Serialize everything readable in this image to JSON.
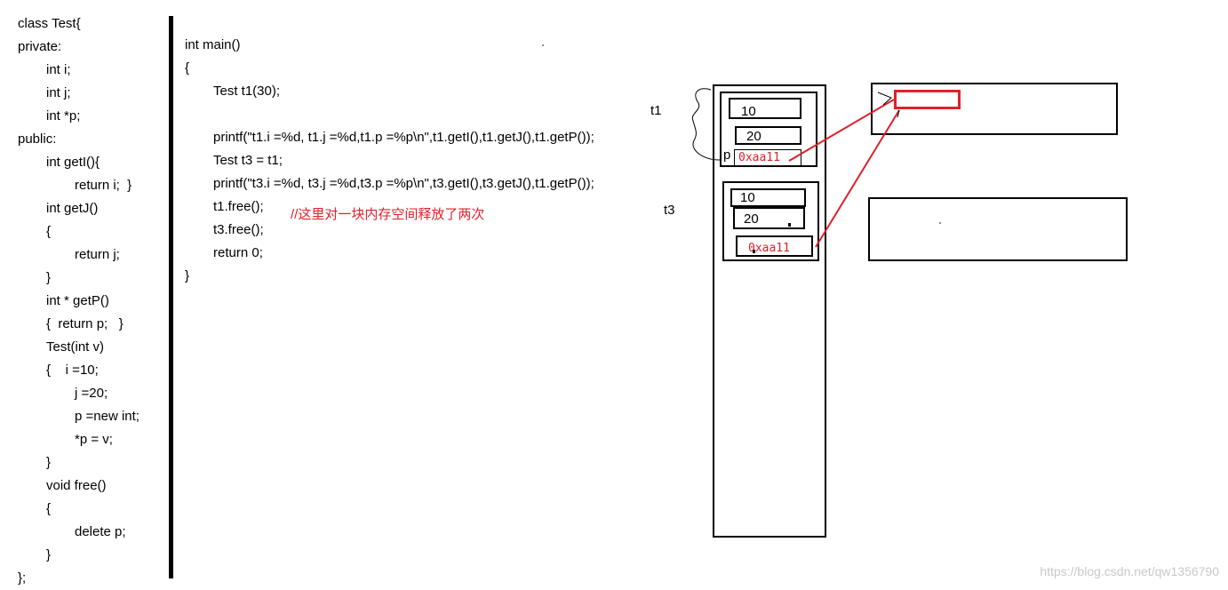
{
  "class_code": [
    {
      "text": "class Test{",
      "indent": 0
    },
    {
      "text": "private:",
      "indent": 0
    },
    {
      "text": "int i;",
      "indent": 1
    },
    {
      "text": "int j;",
      "indent": 1
    },
    {
      "text": "int *p;",
      "indent": 1
    },
    {
      "text": "public:",
      "indent": 0
    },
    {
      "text": "int getI(){",
      "indent": 1
    },
    {
      "text": "return i;  }",
      "indent": 2
    },
    {
      "text": "int getJ()",
      "indent": 1
    },
    {
      "text": "{",
      "indent": 1
    },
    {
      "text": "return j;",
      "indent": 2
    },
    {
      "text": "}",
      "indent": 1
    },
    {
      "text": "int * getP()",
      "indent": 1
    },
    {
      "text": "{  return p;   }",
      "indent": 1
    },
    {
      "text": "Test(int v)",
      "indent": 1
    },
    {
      "text": "{    i =10;",
      "indent": 1
    },
    {
      "text": "j =20;",
      "indent": 2
    },
    {
      "text": "p =new int;",
      "indent": 2
    },
    {
      "text": "*p = v;",
      "indent": 2
    },
    {
      "text": "}",
      "indent": 1
    },
    {
      "text": "void free()",
      "indent": 1
    },
    {
      "text": "{",
      "indent": 1
    },
    {
      "text": "delete p;",
      "indent": 2
    },
    {
      "text": "}",
      "indent": 1
    },
    {
      "text": "};",
      "indent": 0
    }
  ],
  "main_code": [
    {
      "text": "int main()",
      "indent": 0
    },
    {
      "text": "{",
      "indent": 0
    },
    {
      "text": "Test t1(30);",
      "indent": 1
    },
    {
      "text": "",
      "indent": 0
    },
    {
      "text": "printf(\"t1.i =%d, t1.j =%d,t1.p =%p\\n\",t1.getI(),t1.getJ(),t1.getP());",
      "indent": 1
    },
    {
      "text": "Test t3 = t1;",
      "indent": 1
    },
    {
      "text": "printf(\"t3.i =%d, t3.j =%d,t3.p =%p\\n\",t3.getI(),t3.getJ(),t1.getP());",
      "indent": 1
    },
    {
      "text": "t1.free();",
      "indent": 1
    },
    {
      "text": "t3.free();",
      "indent": 1
    },
    {
      "text": "return 0;",
      "indent": 1
    },
    {
      "text": "}",
      "indent": 0
    }
  ],
  "comment": "//这里对一块内存空间释放了两次",
  "diagram": {
    "t1_label": "t1",
    "t3_label": "t3",
    "p_label": "p",
    "t1_i": "10",
    "t1_j": "20",
    "t1_p": "0xaa11",
    "t3_i": "10",
    "t3_j": "20",
    "t3_p": "0xaa11"
  },
  "colors": {
    "accent_red": "#e0202a",
    "watermark": "#c8c8c8"
  },
  "watermark": "https://blog.csdn.net/qw1356790"
}
